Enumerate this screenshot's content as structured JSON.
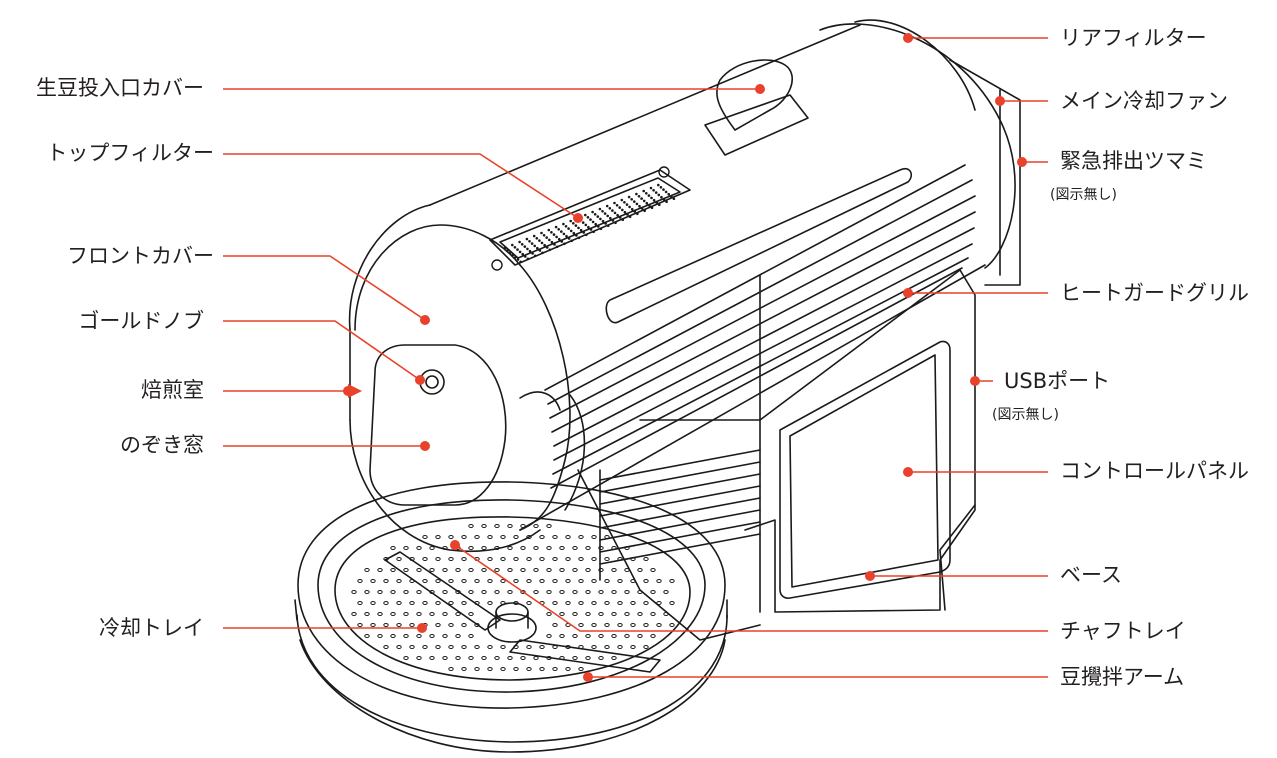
{
  "colors": {
    "accent": "#e8412c",
    "line_art": "#1a1a1a",
    "text": "#231f20",
    "background": "#ffffff"
  },
  "labels": {
    "left": [
      "生豆投入口カバー",
      "トップフィルター",
      "フロントカバー",
      "ゴールドノブ",
      "焙煎室",
      "のぞき窓",
      "冷却トレイ"
    ],
    "right": [
      "リアフィルター",
      "メイン冷却ファン",
      "緊急排出ツマミ",
      "ヒートガードグリル",
      "USBポート",
      "コントロールパネル",
      "ベース",
      "チャフトレイ",
      "豆攪拌アーム"
    ],
    "not_shown_note": "(図示無し)"
  }
}
